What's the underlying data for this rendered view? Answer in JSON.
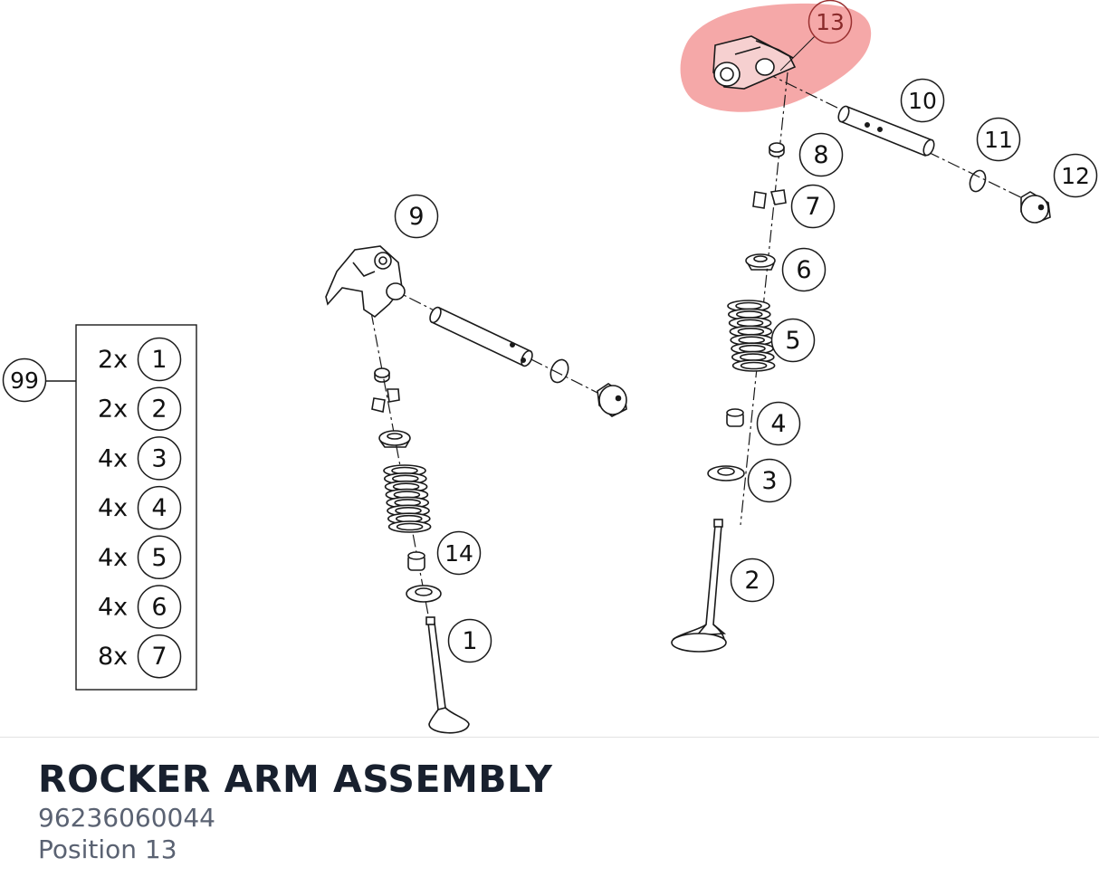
{
  "callouts": [
    "1",
    "2",
    "3",
    "4",
    "5",
    "6",
    "7",
    "8",
    "9",
    "10",
    "11",
    "12",
    "13",
    "14",
    "99"
  ],
  "highlighted": "13",
  "highlight_color": "#f28b8b",
  "kit": {
    "label": "99",
    "rows": [
      {
        "qty": "2x",
        "part": "1"
      },
      {
        "qty": "2x",
        "part": "2"
      },
      {
        "qty": "4x",
        "part": "3"
      },
      {
        "qty": "4x",
        "part": "4"
      },
      {
        "qty": "4x",
        "part": "5"
      },
      {
        "qty": "4x",
        "part": "6"
      },
      {
        "qty": "8x",
        "part": "7"
      }
    ]
  },
  "footer": {
    "title": "ROCKER ARM ASSEMBLY",
    "part_number": "96236060044",
    "position": "Position 13"
  }
}
